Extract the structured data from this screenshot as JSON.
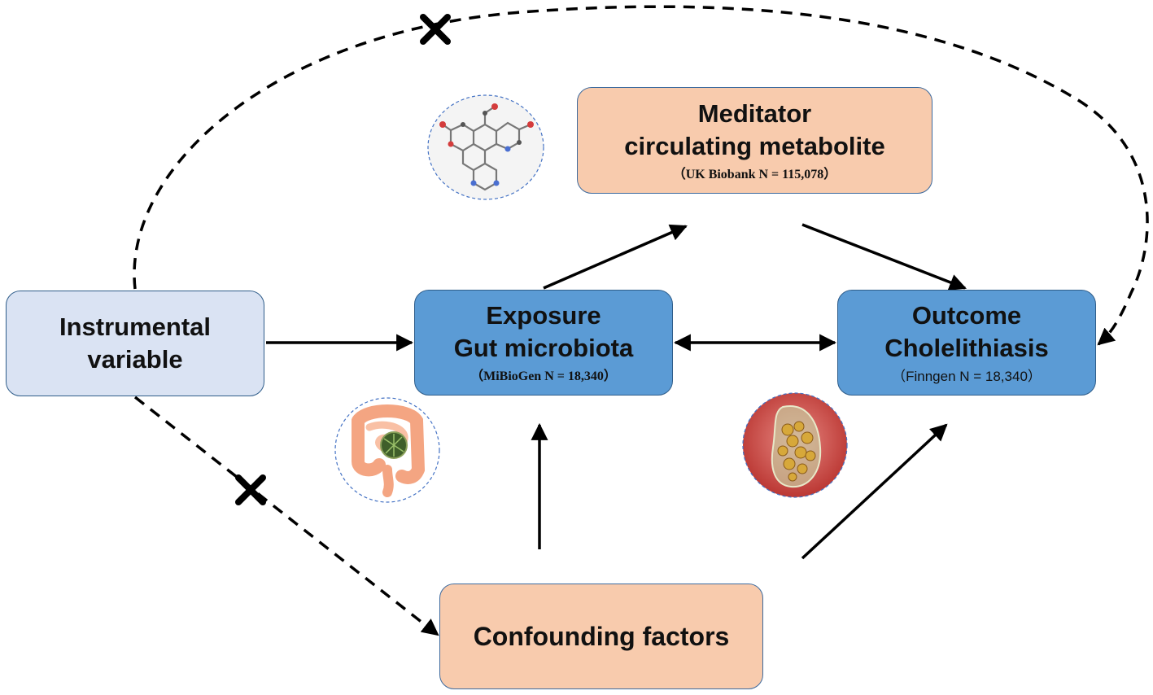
{
  "mediator": {
    "line1": "Meditator",
    "line2": "circulating metabolite",
    "sub": "（UK Biobank N =  115,078）"
  },
  "instrumental": {
    "line1": "Instrumental",
    "line2": "variable"
  },
  "exposure": {
    "line1": "Exposure",
    "line2": "Gut microbiota",
    "sub": "（MiBioGen N = 18,340）"
  },
  "outcome": {
    "line1": "Outcome",
    "line2": "Cholelithiasis",
    "sub": "（Finngen N = 18,340）"
  },
  "confounding": {
    "line1": "Confounding factors"
  },
  "colors": {
    "peach": "#f8cbad",
    "blue": "#5b9bd5",
    "light_blue": "#dae3f3",
    "arrow": "#000000"
  },
  "icons": [
    "metabolite-molecule-icon",
    "intestine-icon",
    "gallstone-icon",
    "blocked-path-x-icon"
  ]
}
